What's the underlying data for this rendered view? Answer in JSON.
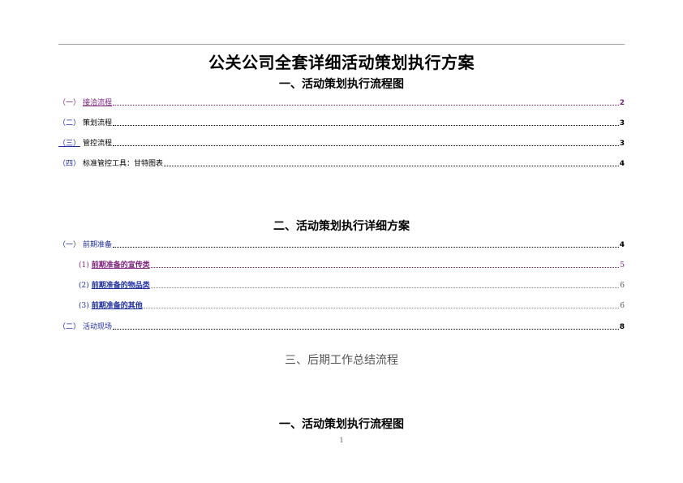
{
  "document": {
    "title": "公关公司全套详细活动策划执行方案",
    "section1_heading": "一、活动策划执行流程图",
    "section2_heading": "二、活动策划执行详细方案",
    "section3_heading": "三、后期工作总结流程",
    "section1_heading_repeat": "一、活动策划执行流程图",
    "page_number": "1"
  },
  "toc_section1": [
    {
      "num": "（一）",
      "label": "接洽流程",
      "page": "2"
    },
    {
      "num": "（二）",
      "label": "策划流程",
      "page": "3"
    },
    {
      "num": "（三）",
      "label": "管控流程",
      "page": "3"
    },
    {
      "num": "（四）",
      "label": "标准管控工具：甘特图表",
      "page": "4"
    }
  ],
  "toc_section2": [
    {
      "num": "（一）",
      "label": "前期准备",
      "page": "4"
    },
    {
      "num": "(1)",
      "label": "前期准备的宣传类",
      "page": "5"
    },
    {
      "num": "(2)",
      "label": "前期准备的物品类",
      "page": "6"
    },
    {
      "num": "(3)",
      "label": "前期准备的其他",
      "page": "6"
    },
    {
      "num": "（二）",
      "label": "活动现场",
      "page": "8"
    }
  ],
  "colors": {
    "visited_link": "#7a1f7a",
    "link": "#1f2fa8",
    "rule": "#9a9a9a"
  }
}
